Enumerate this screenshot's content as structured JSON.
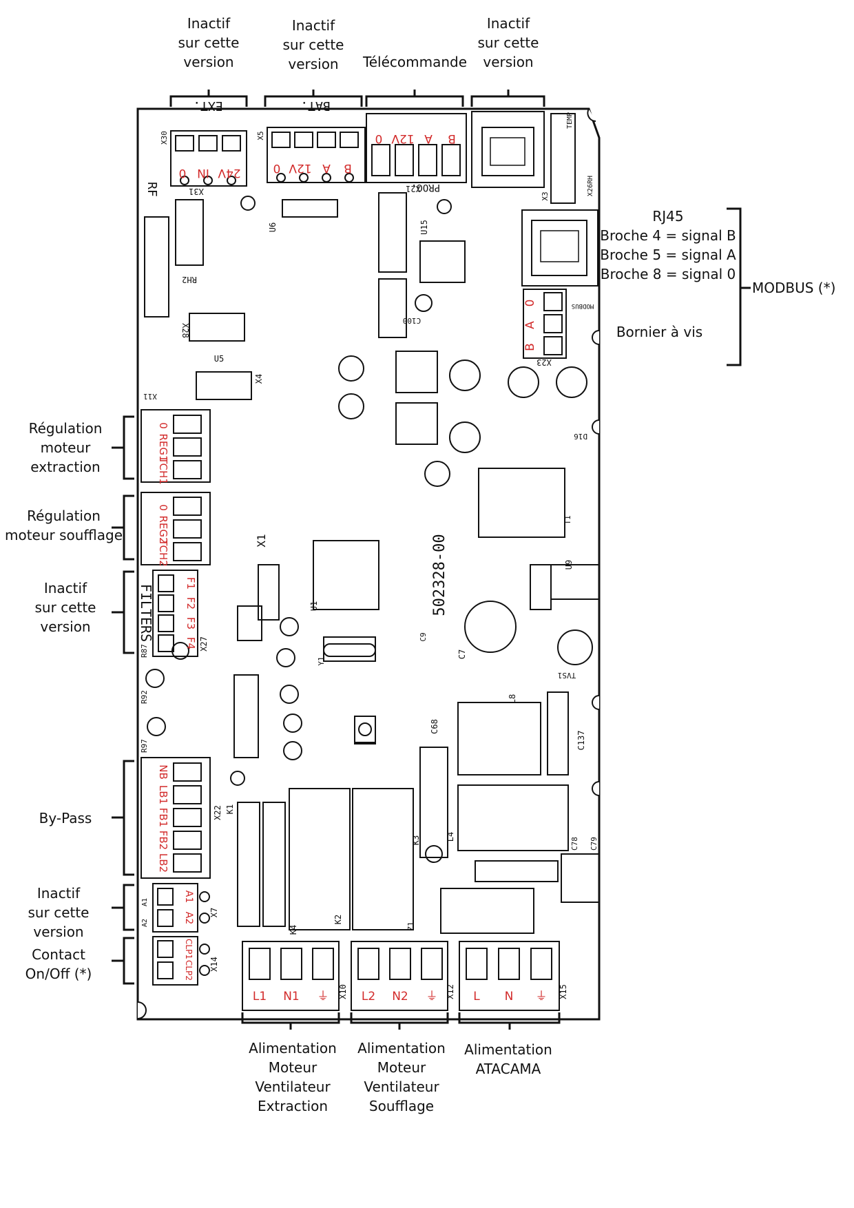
{
  "colors": {
    "board_line": "#111111",
    "terminal_label": "#d22a2a",
    "background": "#ffffff"
  },
  "annotations": {
    "top_ext": [
      "Inactif",
      "sur cette",
      "version"
    ],
    "top_bat": [
      "Inactif",
      "sur cette",
      "version"
    ],
    "top_remote": [
      "Télécommande"
    ],
    "top_rj": [
      "Inactif",
      "sur cette",
      "version"
    ],
    "rj45": [
      "RJ45",
      "Broche 4 = signal B",
      "Broche 5 = signal A",
      "Broche 8 = signal 0"
    ],
    "modbus": "MODBUS (*)",
    "screw_block": "Bornier à vis",
    "left_extract": [
      "Régulation",
      "moteur",
      "extraction"
    ],
    "left_blow": [
      "Régulation",
      "moteur soufflage"
    ],
    "left_filters": [
      "Inactif",
      "sur cette",
      "version"
    ],
    "left_bypass": [
      "By-Pass"
    ],
    "left_a1a2": [
      "Inactif",
      "sur cette",
      "version"
    ],
    "left_contact": [
      "Contact",
      "On/Off (*)"
    ],
    "bottom_extract": [
      "Alimentation",
      "Moteur",
      "Ventilateur",
      "Extraction"
    ],
    "bottom_blow": [
      "Alimentation",
      "Moteur",
      "Ventilateur",
      "Soufflage"
    ],
    "bottom_atacama": [
      "Alimentation",
      "ATACAMA"
    ]
  },
  "board_labels": {
    "ext": "EXT.",
    "bat": "BAT.",
    "prog": "PROG.",
    "filters": "FILTERS",
    "rf": "RF",
    "ref": "502328-00",
    "x1": "X1",
    "x22": "X22",
    "k1": "K1",
    "k2": "K2",
    "k3": "K3",
    "k4": "K4",
    "l4": "L4",
    "l8": "L8",
    "c137": "C137",
    "c68": "C68",
    "c7": "C7",
    "u1": "U1",
    "u5": "U5",
    "u9": "U9",
    "x10": "X10",
    "x12": "X12",
    "x15": "X15",
    "x7": "X7",
    "x14": "X14",
    "x27": "X27",
    "x31": "X31",
    "x21": "X21",
    "x23": "X23",
    "temp": "TEMP",
    "x26rh": "X26RH",
    "modbus_pcb": "MODBUS",
    "x28": "X28",
    "x4": "X4",
    "rh": "RH2",
    "u15": "U15",
    "u6": "U6",
    "c100": "C100",
    "x3": "X3",
    "x5": "X5",
    "x30": "X30",
    "x11": "X11",
    "d16": "D16",
    "t1": "T1",
    "c9": "C9",
    "y1": "Y1",
    "r87": "R87",
    "r92": "R92",
    "r97": "R97",
    "z1": "Z1",
    "tvs": "TVS1",
    "c78": "C78",
    "c79": "C79",
    "a1": "A1",
    "a2": "A2"
  },
  "terminals": {
    "ext": [
      "24V",
      "IN",
      "0"
    ],
    "bat": [
      "B",
      "A",
      "12V",
      "0"
    ],
    "remote": [
      "0",
      "12V",
      "A",
      "B"
    ],
    "modbus": [
      "0",
      "A",
      "B"
    ],
    "reg1": [
      "0",
      "REG1",
      "TCH1"
    ],
    "reg2": [
      "0",
      "REG2",
      "TCH2"
    ],
    "filters": [
      "F1",
      "F2",
      "F3",
      "F4"
    ],
    "bypass": [
      "NB",
      "LB1",
      "FB1",
      "FB2",
      "LB2"
    ],
    "a": [
      "A1",
      "A2"
    ],
    "clp": [
      "CLP1",
      "CLP2"
    ],
    "pow1": [
      "L1",
      "N1",
      "⏚"
    ],
    "pow2": [
      "L2",
      "N2",
      "⏚"
    ],
    "pow3": [
      "L",
      "N",
      "⏚"
    ]
  }
}
